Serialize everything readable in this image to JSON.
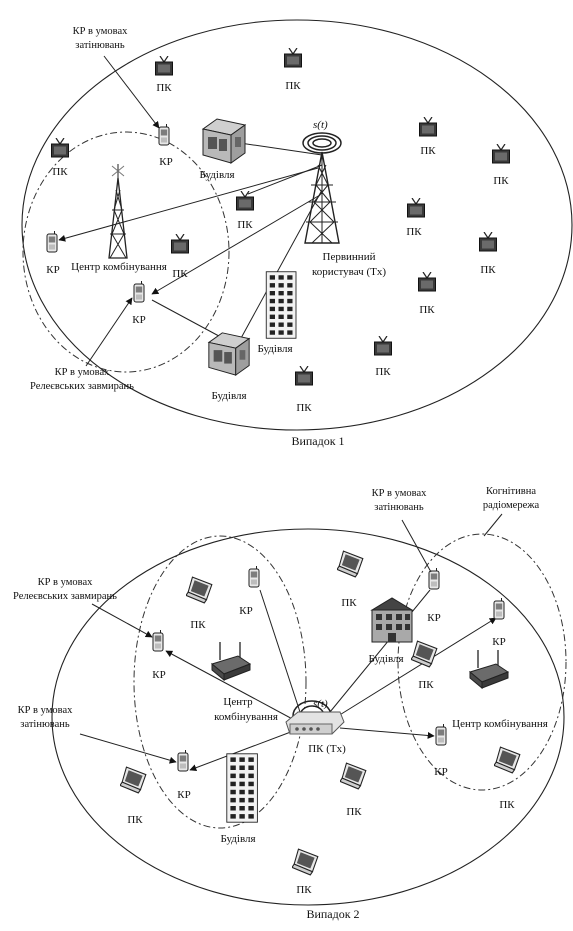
{
  "figure1": {
    "caption": "Випадок 1",
    "signal": "s(t)",
    "primary_user": [
      "Первинний",
      "користувач (Tx)"
    ],
    "shadowing_note": [
      "КР в умовах",
      "затінювань"
    ],
    "rayleigh_note": [
      "КР в умовах",
      "Релеєвських завмирань"
    ],
    "combining_center": "Центр комбінування",
    "building": "Будівля",
    "pu": "ПК",
    "cr": "КР"
  },
  "figure2": {
    "caption": "Випадок 2",
    "signal": "s(t)",
    "primary_tx": "ПК (Tx)",
    "cognitive_network": [
      "Когнітивна",
      "радіомережа"
    ],
    "shadowing_note_top": [
      "КР в умовах",
      "затінювань"
    ],
    "rayleigh_note": [
      "КР в умовах",
      "Релеєвських завмирань"
    ],
    "shadowing_note_left": [
      "КР в умовах",
      "затінювань"
    ],
    "combining_center_left": [
      "Центр",
      "комбінування"
    ],
    "combining_center_right": "Центр комбінування",
    "building": "Будівля",
    "pu": "ПК",
    "cr": "КР"
  }
}
